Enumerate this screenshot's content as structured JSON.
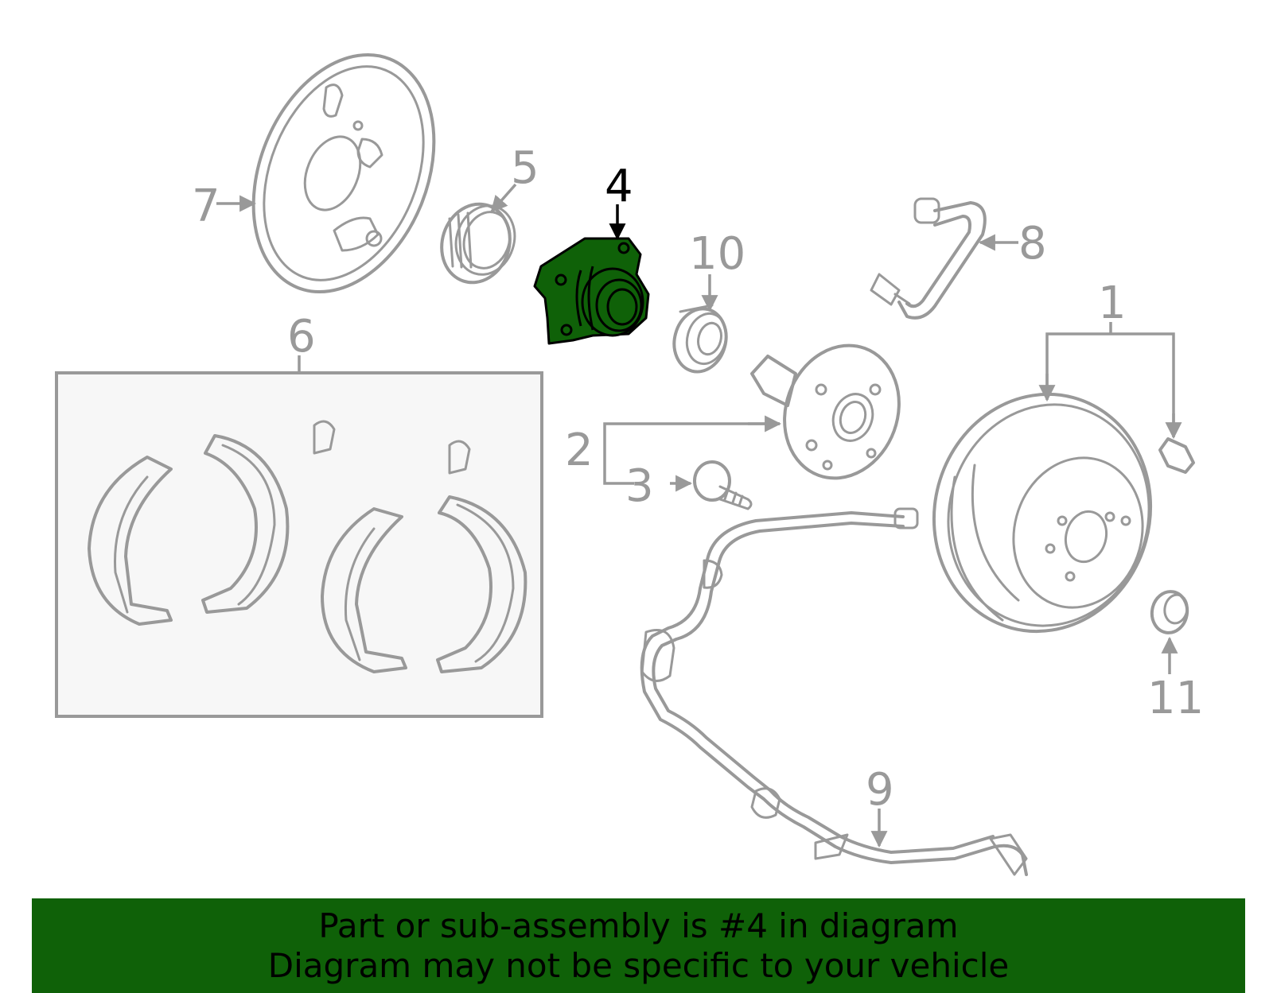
{
  "colors": {
    "line_gray": "#999999",
    "highlight_fill": "#0f6108",
    "highlight_stroke": "#000000",
    "banner_bg": "#0f6108",
    "banner_text": "#000000",
    "kit_box_bg": "#f7f7f7"
  },
  "highlighted_part": "4",
  "callouts": {
    "c1": "1",
    "c2": "2",
    "c3": "3",
    "c4": "4",
    "c5": "5",
    "c6": "6",
    "c7": "7",
    "c8": "8",
    "c9": "9",
    "c10": "10",
    "c11": "11"
  },
  "banner": {
    "line1": "Part or sub-assembly is #4 in diagram",
    "line2": "Diagram may not be specific to your vehicle"
  }
}
